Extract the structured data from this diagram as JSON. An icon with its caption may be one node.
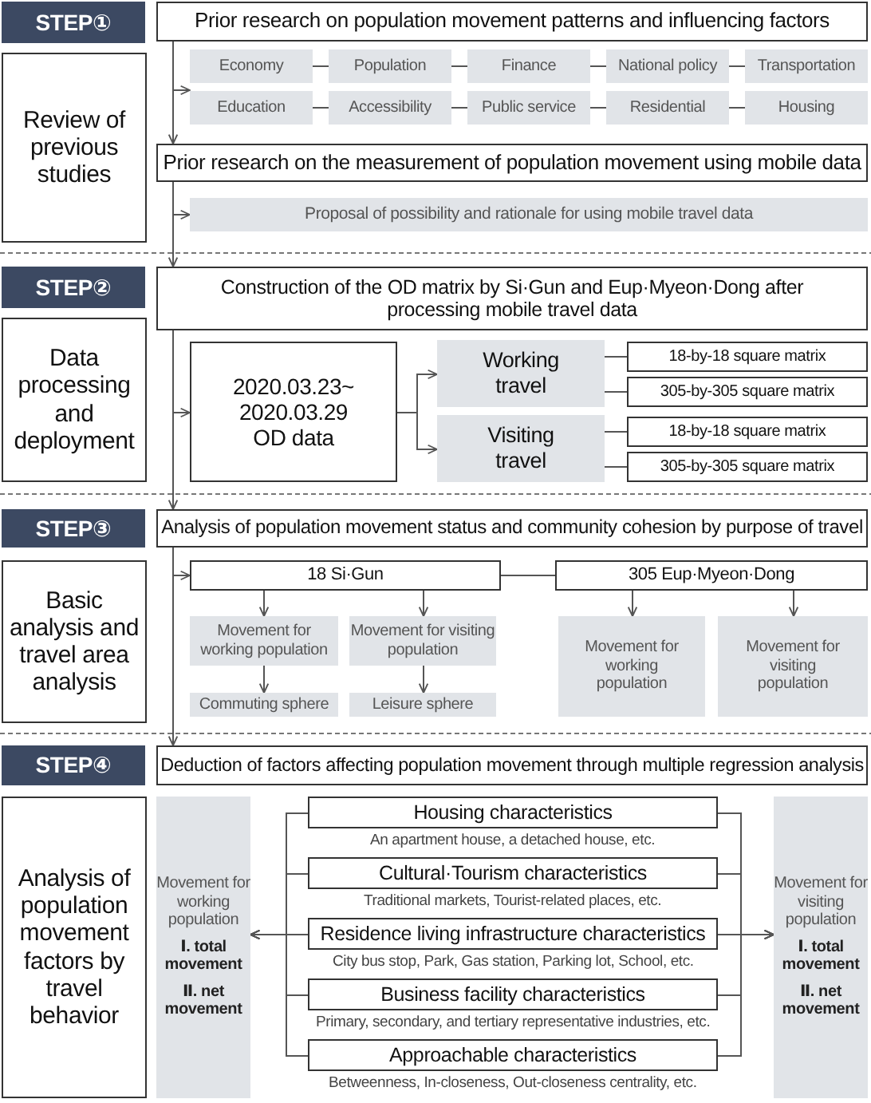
{
  "diagram": {
    "nodes": [
      {
        "text": [
          "STEP①"
        ]
      },
      {
        "text": [
          "Prior research on population movement patterns and influencing factors"
        ]
      },
      {
        "text": [
          "Review of previous studies"
        ]
      },
      {
        "text": [
          "Economy"
        ]
      },
      {
        "text": [
          "Population"
        ]
      },
      {
        "text": [
          "Finance"
        ]
      },
      {
        "text": [
          "National policy"
        ]
      },
      {
        "text": [
          "Transportation"
        ]
      },
      {
        "text": [
          "Education"
        ]
      },
      {
        "text": [
          "Accessibility"
        ]
      },
      {
        "text": [
          "Public service"
        ]
      },
      {
        "text": [
          "Residential"
        ]
      },
      {
        "text": [
          "Housing"
        ]
      },
      {
        "text": [
          "Prior research on the measurement of population movement using mobile data"
        ]
      },
      {
        "text": [
          "Proposal of possibility and rationale for using mobile travel data"
        ]
      },
      {
        "text": [
          "STEP②"
        ]
      },
      {
        "text": [
          "Construction of the OD matrix by Si·Gun and Eup·Myeon·Dong after processing mobile travel data"
        ]
      },
      {
        "text": [
          "Data processing and deployment"
        ]
      },
      {
        "text": [
          "2020.03.23~ 2020.03.29 OD data"
        ]
      },
      {
        "text": [
          "Working travel"
        ]
      },
      {
        "text": [
          "18-by-18 square matrix"
        ]
      },
      {
        "text": [
          "305-by-305 square matrix"
        ]
      },
      {
        "text": [
          "Visiting travel"
        ]
      },
      {
        "text": [
          "18-by-18 square matrix"
        ]
      },
      {
        "text": [
          "305-by-305 square matrix"
        ]
      },
      {
        "text": [
          "STEP③"
        ]
      },
      {
        "text": [
          "Analysis of population movement status and community cohesion by purpose of travel"
        ]
      },
      {
        "text": [
          "Basic analysis and travel area analysis"
        ]
      },
      {
        "text": [
          "18 Si·Gun"
        ]
      },
      {
        "text": [
          "305 Eup·Myeon·Dong"
        ]
      },
      {
        "text": [
          "Movement for working population"
        ]
      },
      {
        "text": [
          "Movement for visiting population"
        ]
      },
      {
        "text": [
          "Movement for working population"
        ]
      },
      {
        "text": [
          "Movement for visiting population"
        ]
      },
      {
        "text": [
          "Commuting sphere"
        ]
      },
      {
        "text": [
          "Leisure sphere"
        ]
      },
      {
        "text": [
          "STEP④"
        ]
      },
      {
        "text": [
          "Deduction of factors affecting population movement through multiple regression analysis"
        ]
      },
      {
        "text": [
          "Analysis of population movement factors by travel behavior"
        ]
      },
      {
        "text": [
          "Movement for working population",
          "Ⅰ. total movement",
          "Ⅱ. net movement"
        ]
      },
      {
        "text": [
          "Housing characteristics"
        ],
        "beside": [
          "An apartment house, a detached house, etc."
        ]
      },
      {
        "text": [
          "Cultural·Tourism characteristics"
        ],
        "beside": [
          "Traditional markets, Tourist-related places, etc."
        ]
      },
      {
        "text": [
          "Residence living infrastructure characteristics"
        ],
        "beside": [
          "City bus stop, Park, Gas station, Parking lot, School, etc."
        ]
      },
      {
        "text": [
          "Business facility characteristics"
        ],
        "beside": [
          "Primary, secondary, and tertiary representative industries, etc."
        ]
      },
      {
        "text": [
          "Approachable characteristics"
        ],
        "beside": [
          "Betweenness, In-closeness, Out-closeness centrality, etc."
        ]
      },
      {
        "text": [
          "Movement for visiting population",
          "Ⅰ. total movement",
          "Ⅱ. net movement"
        ]
      }
    ],
    "edges": [
      {
        "from": 1,
        "to": 3,
        "arrow": "to"
      },
      {
        "from": 1,
        "to": 8,
        "arrow": "to"
      },
      {
        "from": 3,
        "to": 4,
        "arrow": "none"
      },
      {
        "from": 4,
        "to": 5,
        "arrow": "none"
      },
      {
        "from": 5,
        "to": 6,
        "arrow": "none"
      },
      {
        "from": 6,
        "to": 7,
        "arrow": "none"
      },
      {
        "from": 8,
        "to": 9,
        "arrow": "none"
      },
      {
        "from": 9,
        "to": 10,
        "arrow": "none"
      },
      {
        "from": 10,
        "to": 11,
        "arrow": "none"
      },
      {
        "from": 11,
        "to": 12,
        "arrow": "none"
      },
      {
        "from": 1,
        "to": 13,
        "arrow": "to"
      },
      {
        "from": 13,
        "to": 14,
        "arrow": "to"
      },
      {
        "from": 13,
        "to": 16,
        "arrow": "to"
      },
      {
        "from": 16,
        "to": 18,
        "arrow": "to"
      },
      {
        "from": 18,
        "to": 19,
        "arrow": "to"
      },
      {
        "from": 18,
        "to": 22,
        "arrow": "to"
      },
      {
        "from": 19,
        "to": 20,
        "arrow": "none"
      },
      {
        "from": 19,
        "to": 21,
        "arrow": "none"
      },
      {
        "from": 22,
        "to": 23,
        "arrow": "none"
      },
      {
        "from": 22,
        "to": 24,
        "arrow": "none"
      },
      {
        "from": 16,
        "to": 26,
        "arrow": "to"
      },
      {
        "from": 26,
        "to": 28,
        "arrow": "to"
      },
      {
        "from": 28,
        "to": 29,
        "arrow": "none"
      },
      {
        "from": 28,
        "to": 30,
        "arrow": "to"
      },
      {
        "from": 28,
        "to": 31,
        "arrow": "to"
      },
      {
        "from": 29,
        "to": 32,
        "arrow": "to"
      },
      {
        "from": 29,
        "to": 33,
        "arrow": "to"
      },
      {
        "from": 30,
        "to": 34,
        "arrow": "to"
      },
      {
        "from": 31,
        "to": 35,
        "arrow": "to"
      },
      {
        "from": 26,
        "to": 37,
        "arrow": "to"
      },
      {
        "from": 40,
        "to": 39,
        "arrow": "to"
      },
      {
        "from": 41,
        "to": 39,
        "arrow": "to"
      },
      {
        "from": 42,
        "to": 39,
        "arrow": "to"
      },
      {
        "from": 43,
        "to": 39,
        "arrow": "to"
      },
      {
        "from": 44,
        "to": 39,
        "arrow": "to"
      },
      {
        "from": 40,
        "to": 45,
        "arrow": "to"
      },
      {
        "from": 41,
        "to": 45,
        "arrow": "to"
      },
      {
        "from": 42,
        "to": 45,
        "arrow": "to"
      },
      {
        "from": 43,
        "to": 45,
        "arrow": "to"
      },
      {
        "from": 44,
        "to": 45,
        "arrow": "to"
      }
    ]
  }
}
